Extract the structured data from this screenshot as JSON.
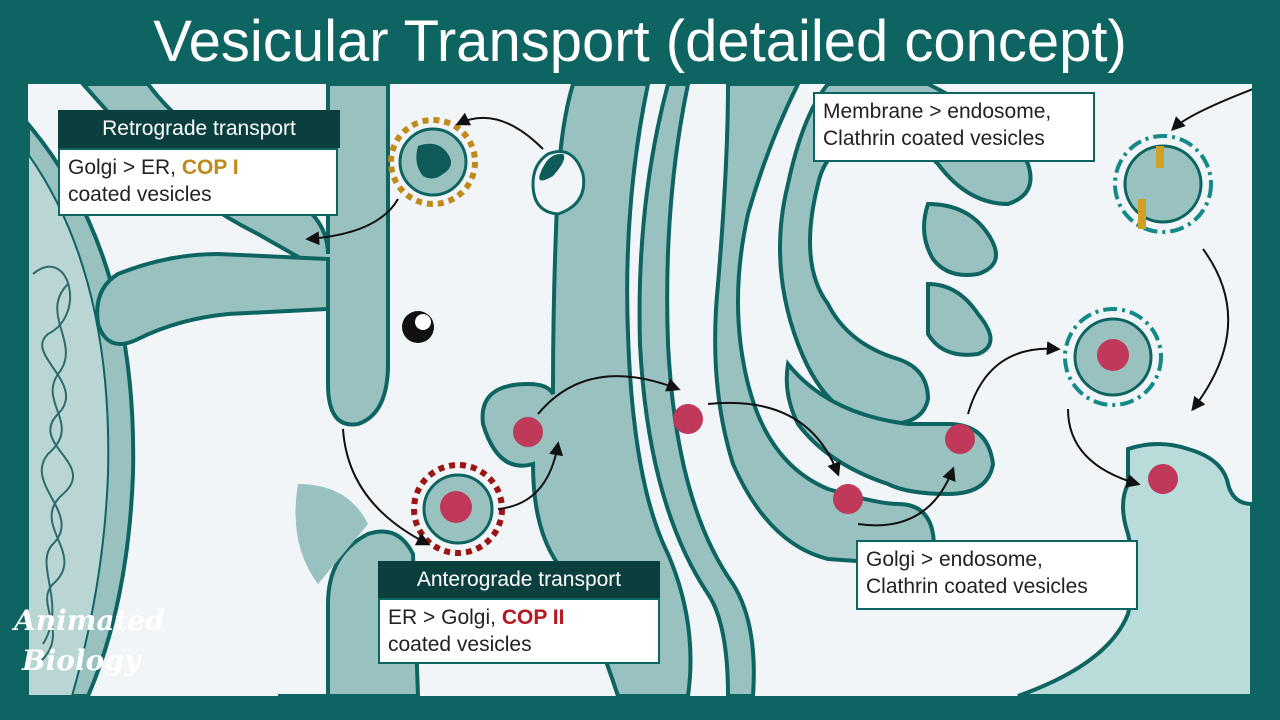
{
  "title": "Vesicular Transport (detailed concept)",
  "retrograde": {
    "header": "Retrograde transport",
    "line1_prefix": "Golgi > ER, ",
    "line1_highlight": "COP I",
    "line2": "coated vesicles",
    "highlight_color": "#c08a1a"
  },
  "anterograde": {
    "header": "Anterograde transport",
    "line1_prefix": "ER > Golgi, ",
    "line1_highlight": "COP II",
    "line2": "coated vesicles",
    "highlight_color": "#b3191f"
  },
  "membrane_endosome": {
    "line1": "Membrane > endosome,",
    "line2": "Clathrin coated vesicles"
  },
  "golgi_endosome": {
    "line1": "Golgi > endosome,",
    "line2": "Clathrin coated vesicles"
  },
  "logo": {
    "line1": "Animated",
    "line2": "Biology"
  },
  "colors": {
    "frame": "#0e6461",
    "organelle": "#98c1c0",
    "organelle_edge": "#0e6461",
    "cargo": "#c0395a",
    "cop1_coat": "#c08a1a",
    "cop2_coat": "#9b1515",
    "clathrin_coat": "#148a88"
  }
}
